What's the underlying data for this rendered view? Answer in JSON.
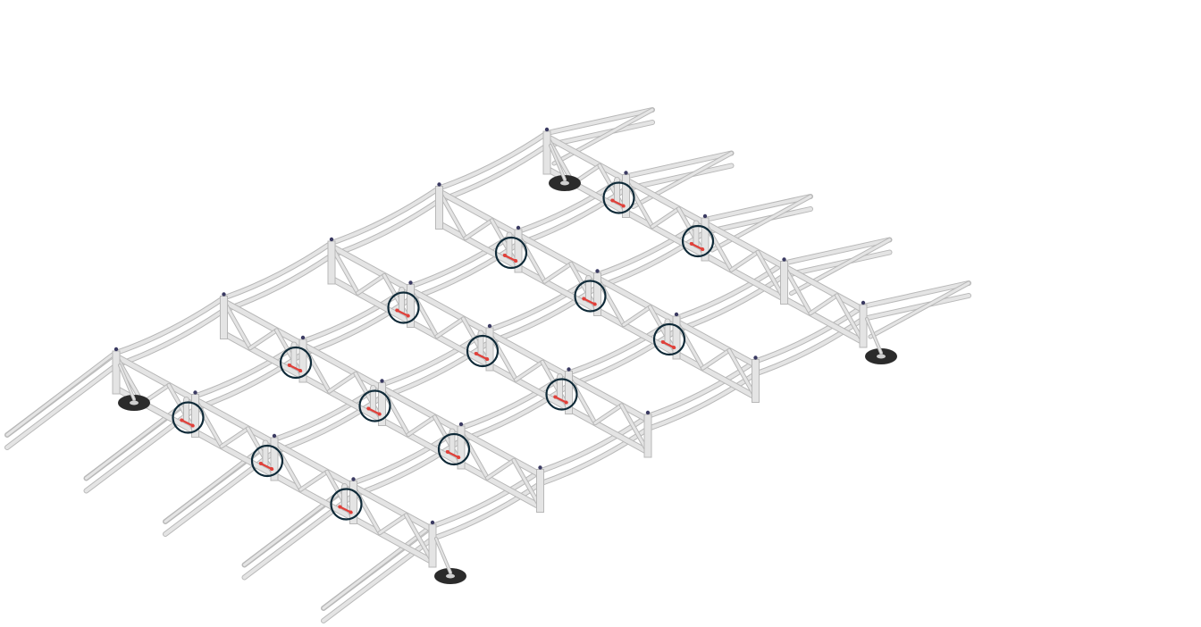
{
  "figure": {
    "subject": "isometric-truss-frame",
    "colors": {
      "background": "#ffffff",
      "member_fill": "#e4e4e4",
      "member_edge": "#b8b8b8",
      "highlight_ring": "#0f2a38",
      "connector_red": "#e0403a",
      "connector_pin": "#3b3b62",
      "base_plate": "#2b2b2b"
    },
    "highlighted_connection_count": 14,
    "base_plate_count": 4
  }
}
